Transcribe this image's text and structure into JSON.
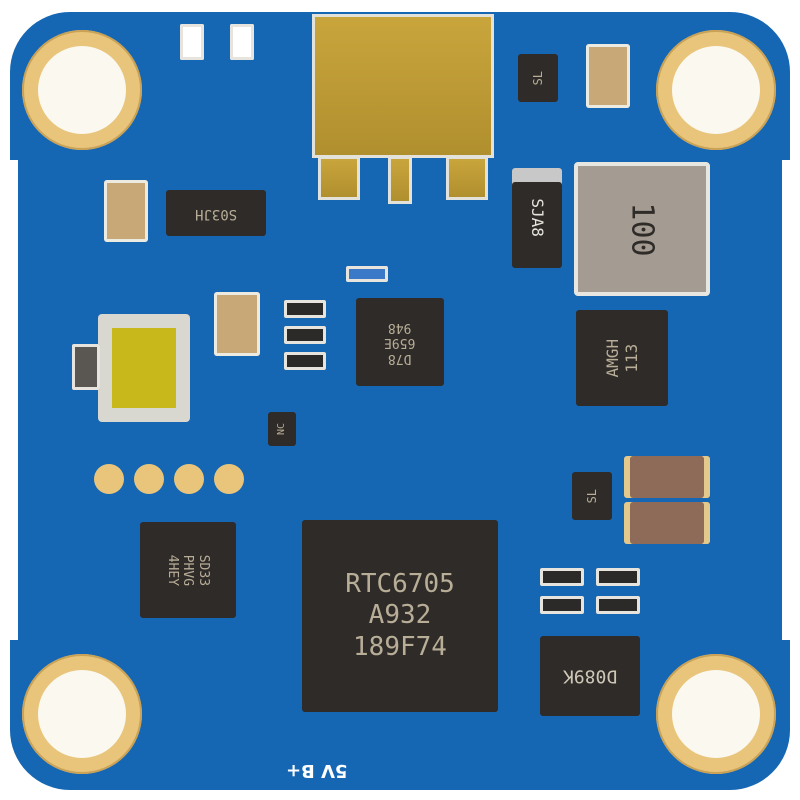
{
  "subject": "FPV video transmitter circuit board (blue PCB, top view)",
  "colors": {
    "pcb": "#1667b3",
    "gold_plating": "#e8c57a",
    "ic_body": "#2f2b28",
    "inductor_body": "#a49c92",
    "background": "#ffffff"
  },
  "components": {
    "main_ic": {
      "lines": [
        "RTC6705",
        "A932",
        "189F74"
      ]
    },
    "upper_qfn": {
      "lines": [
        "D78",
        "659E",
        "948"
      ]
    },
    "left_qfn": {
      "lines": [
        "SD33",
        "PHVG",
        "4HEY"
      ]
    },
    "regulator_right": {
      "lines": [
        "AMGH",
        "113"
      ]
    },
    "sot_top_left": {
      "label": "S03JH"
    },
    "diode_top_right": {
      "label": "SL"
    },
    "diode_mid_right": {
      "label": "SL"
    },
    "diode_sja8": {
      "label": "SJA8"
    },
    "inductor": {
      "label": "100"
    },
    "bottom_right_ic": {
      "label": "D089K"
    },
    "small_sot": {
      "label": "NC"
    }
  },
  "silkscreen": {
    "power_label": "5V B+"
  },
  "connectors": {
    "antenna": "MMCX/SMA gold connector",
    "button": "Push button (yellow)",
    "gold_pads_count": 4
  }
}
